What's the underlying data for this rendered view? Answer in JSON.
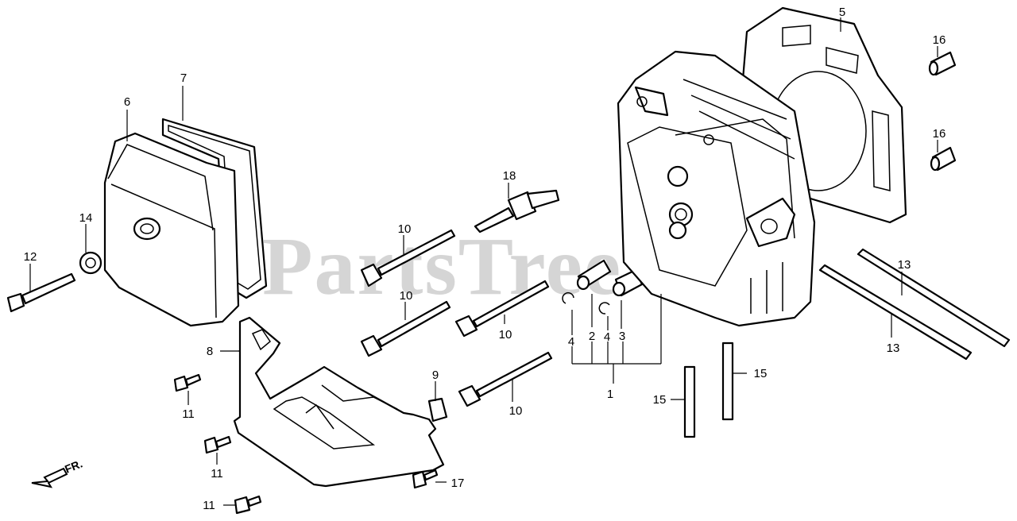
{
  "watermark": "PartsTree",
  "direction_label": "FR.",
  "callouts": {
    "c1": "1",
    "c2": "2",
    "c3": "3",
    "c4a": "4",
    "c4b": "4",
    "c5": "5",
    "c6": "6",
    "c7": "7",
    "c8": "8",
    "c9": "9",
    "c10a": "10",
    "c10b": "10",
    "c10c": "10",
    "c10d": "10",
    "c11a": "11",
    "c11b": "11",
    "c11c": "11",
    "c12": "12",
    "c13a": "13",
    "c13b": "13",
    "c14": "14",
    "c15a": "15",
    "c15b": "15",
    "c16a": "16",
    "c16b": "16",
    "c17": "17",
    "c18": "18"
  }
}
